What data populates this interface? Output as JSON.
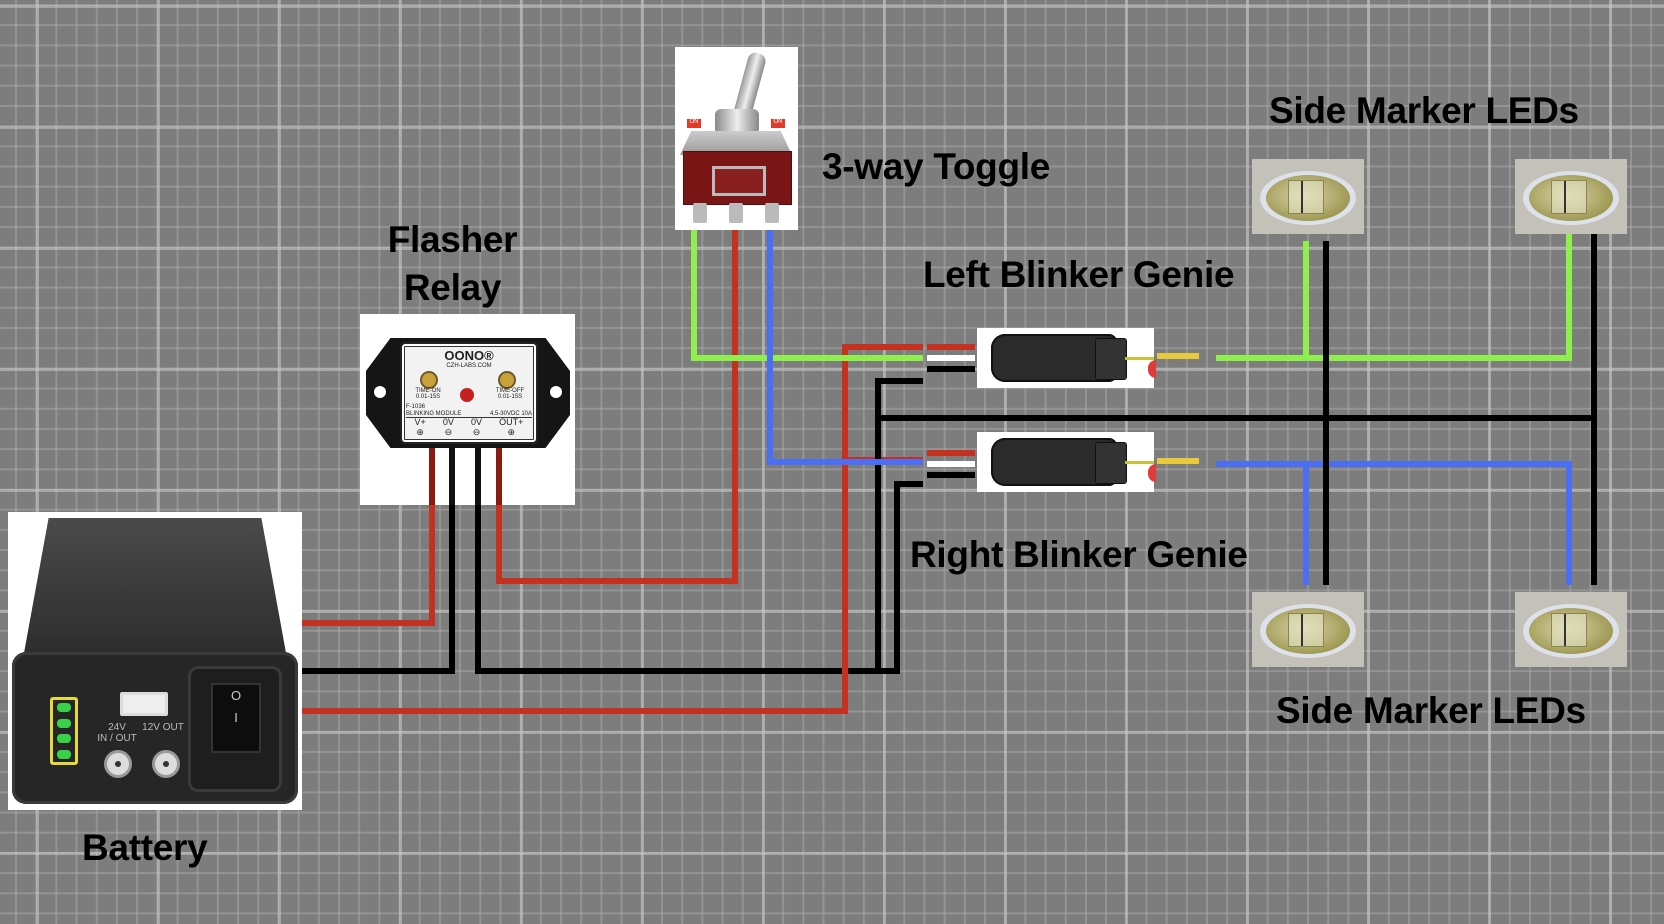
{
  "diagram": {
    "title": "Side marker blinker wiring",
    "wire_colors": {
      "red": "#c33220",
      "black": "#000000",
      "green": "#8ef04a",
      "blue": "#4a6ef5",
      "white": "#ffffff",
      "yellow": "#e6c93c"
    },
    "grid_color": "#7d7d7d"
  },
  "labels": {
    "flasher_line1": "Flasher",
    "flasher_line2": "Relay",
    "toggle": "3-way Toggle",
    "left_genie": "Left Blinker Genie",
    "right_genie": "Right Blinker Genie",
    "leds_top": "Side Marker LEDs",
    "leds_bottom": "Side Marker LEDs",
    "battery": "Battery"
  },
  "battery": {
    "port1_line1": "24V",
    "port1_line2": "IN / OUT",
    "port2": "12V OUT",
    "switch_off": "O",
    "switch_on": "I"
  },
  "relay": {
    "brand": "OONO®",
    "site": "CZH-LABS.COM",
    "time_on": "TIME-ON",
    "time_on_range": "0.01-15S",
    "time_off": "TIME-OFF",
    "time_off_range": "0.01-15S",
    "model": "F-1036",
    "module": "BLINKING MODULE",
    "rating": "4.5-30VDC 10A",
    "pins": [
      "V+",
      "0V",
      "0V",
      "OUT+"
    ],
    "pin_symbols": [
      "⊕",
      "⊖",
      "⊖",
      "⊕"
    ]
  },
  "toggle": {
    "on_tag": "ON"
  }
}
